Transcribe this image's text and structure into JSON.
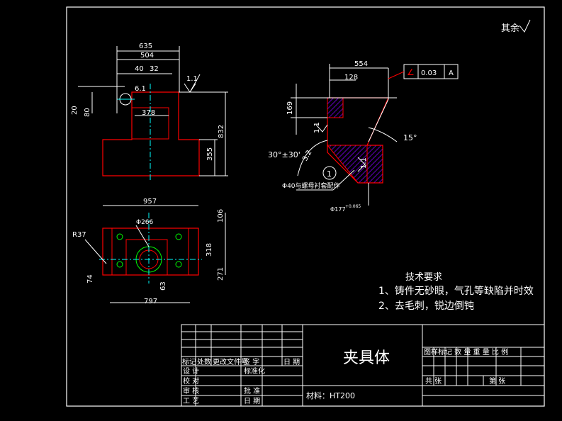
{
  "drawing": {
    "roughness_note": "其余",
    "title": "夹具体",
    "material": "材料：HT200",
    "tech_req_title": "技术要求",
    "tech_req_1": "1、铸件无砂眼，气孔等缺陷并时效",
    "tech_req_2": "2、去毛刺，锐边倒钝",
    "detail_note": "Φ40与螺母衬套配作",
    "detail_label": "1",
    "tolerance_box": {
      "symbol": "∠",
      "value": "0.03",
      "datum": "A"
    }
  },
  "dimensions": {
    "front": {
      "d635": "635",
      "d504": "504",
      "d40": "40",
      "d32": "32",
      "d6_1": "6.1",
      "d20": "20",
      "d80": "80",
      "d378": "378",
      "d832": "832",
      "d355": "355",
      "rough": "1.1"
    },
    "top": {
      "d957": "957",
      "d266": "Φ266",
      "r37": "R37",
      "d106": "106",
      "d318": "318",
      "d271": "271",
      "d74": "74",
      "d63": "63",
      "d797": "797"
    },
    "detail": {
      "d554": "554",
      "d128": "128",
      "d169": "169",
      "r1": "1.1",
      "r2": "1.1",
      "r3": "3.2",
      "a30": "30°±30'",
      "a15": "15°",
      "d177": "Φ177",
      "d177_tol": "+0.065"
    }
  },
  "title_block": {
    "h_mark": "标记",
    "h_qty": "处数",
    "h_change": "更改文件号",
    "h_sign": "签 字",
    "h_date": "日 期",
    "design": "设 计",
    "std": "标准化",
    "check": "校 对",
    "review": "审 核",
    "approve": "批 准",
    "process": "工 艺",
    "date2": "日 期",
    "right_header": "图样标记 数 量 重 量 比 例",
    "sheets_total": "共 张",
    "sheet_no": "第 张"
  },
  "colors": {
    "background": "#000000",
    "outline": "#ff0000",
    "centerline": "#00ffff",
    "hole": "#00ff00",
    "hatch": "#8000ff",
    "text": "#ffffff"
  }
}
